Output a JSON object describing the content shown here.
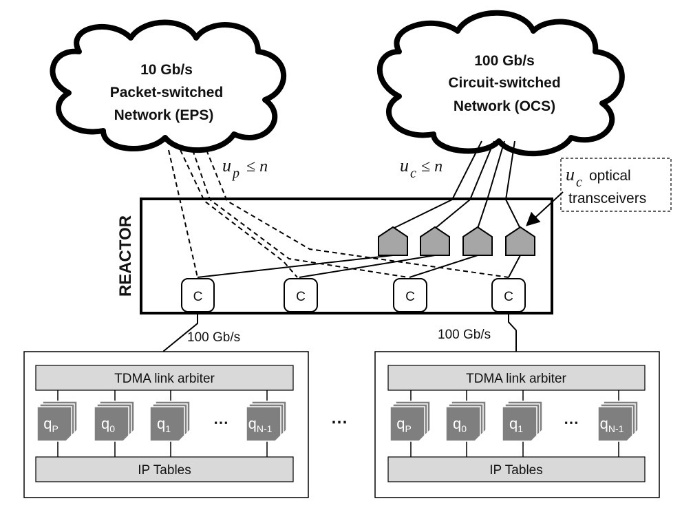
{
  "eps_cloud": {
    "line1": "10 Gb/s",
    "line2": "Packet-switched",
    "line3": "Network (EPS)"
  },
  "ocs_cloud": {
    "line1": "100 Gb/s",
    "line2": "Circuit-switched",
    "line3": "Network (OCS)"
  },
  "eps_uplinks": {
    "var": "u",
    "sub": "p",
    "rel": "≤ n"
  },
  "ocs_uplinks": {
    "var": "u",
    "sub": "c",
    "rel": "≤ n"
  },
  "transceiver_callout": {
    "var": "u",
    "sub": "c",
    "text1": "optical",
    "text2": "transceivers"
  },
  "reactor": {
    "label": "REACTOR"
  },
  "crossbar_label": "C",
  "left_link_speed": "100 Gb/s",
  "right_link_speed": "100 Gb/s",
  "host": {
    "arbiter": "TDMA link arbiter",
    "tables": "IP Tables",
    "ellipsis": "⋯"
  },
  "queues": [
    {
      "q": "q",
      "sub": "P"
    },
    {
      "q": "q",
      "sub": "0"
    },
    {
      "q": "q",
      "sub": "1"
    },
    {
      "q": "q",
      "sub": "N-1"
    }
  ],
  "between_hosts_ellipsis": "⋯",
  "colors": {
    "fill_gray": "#d9d9d9",
    "queue_gray": "#7f7f7f",
    "transceiver_gray": "#a6a6a6",
    "stroke": "#000000"
  }
}
